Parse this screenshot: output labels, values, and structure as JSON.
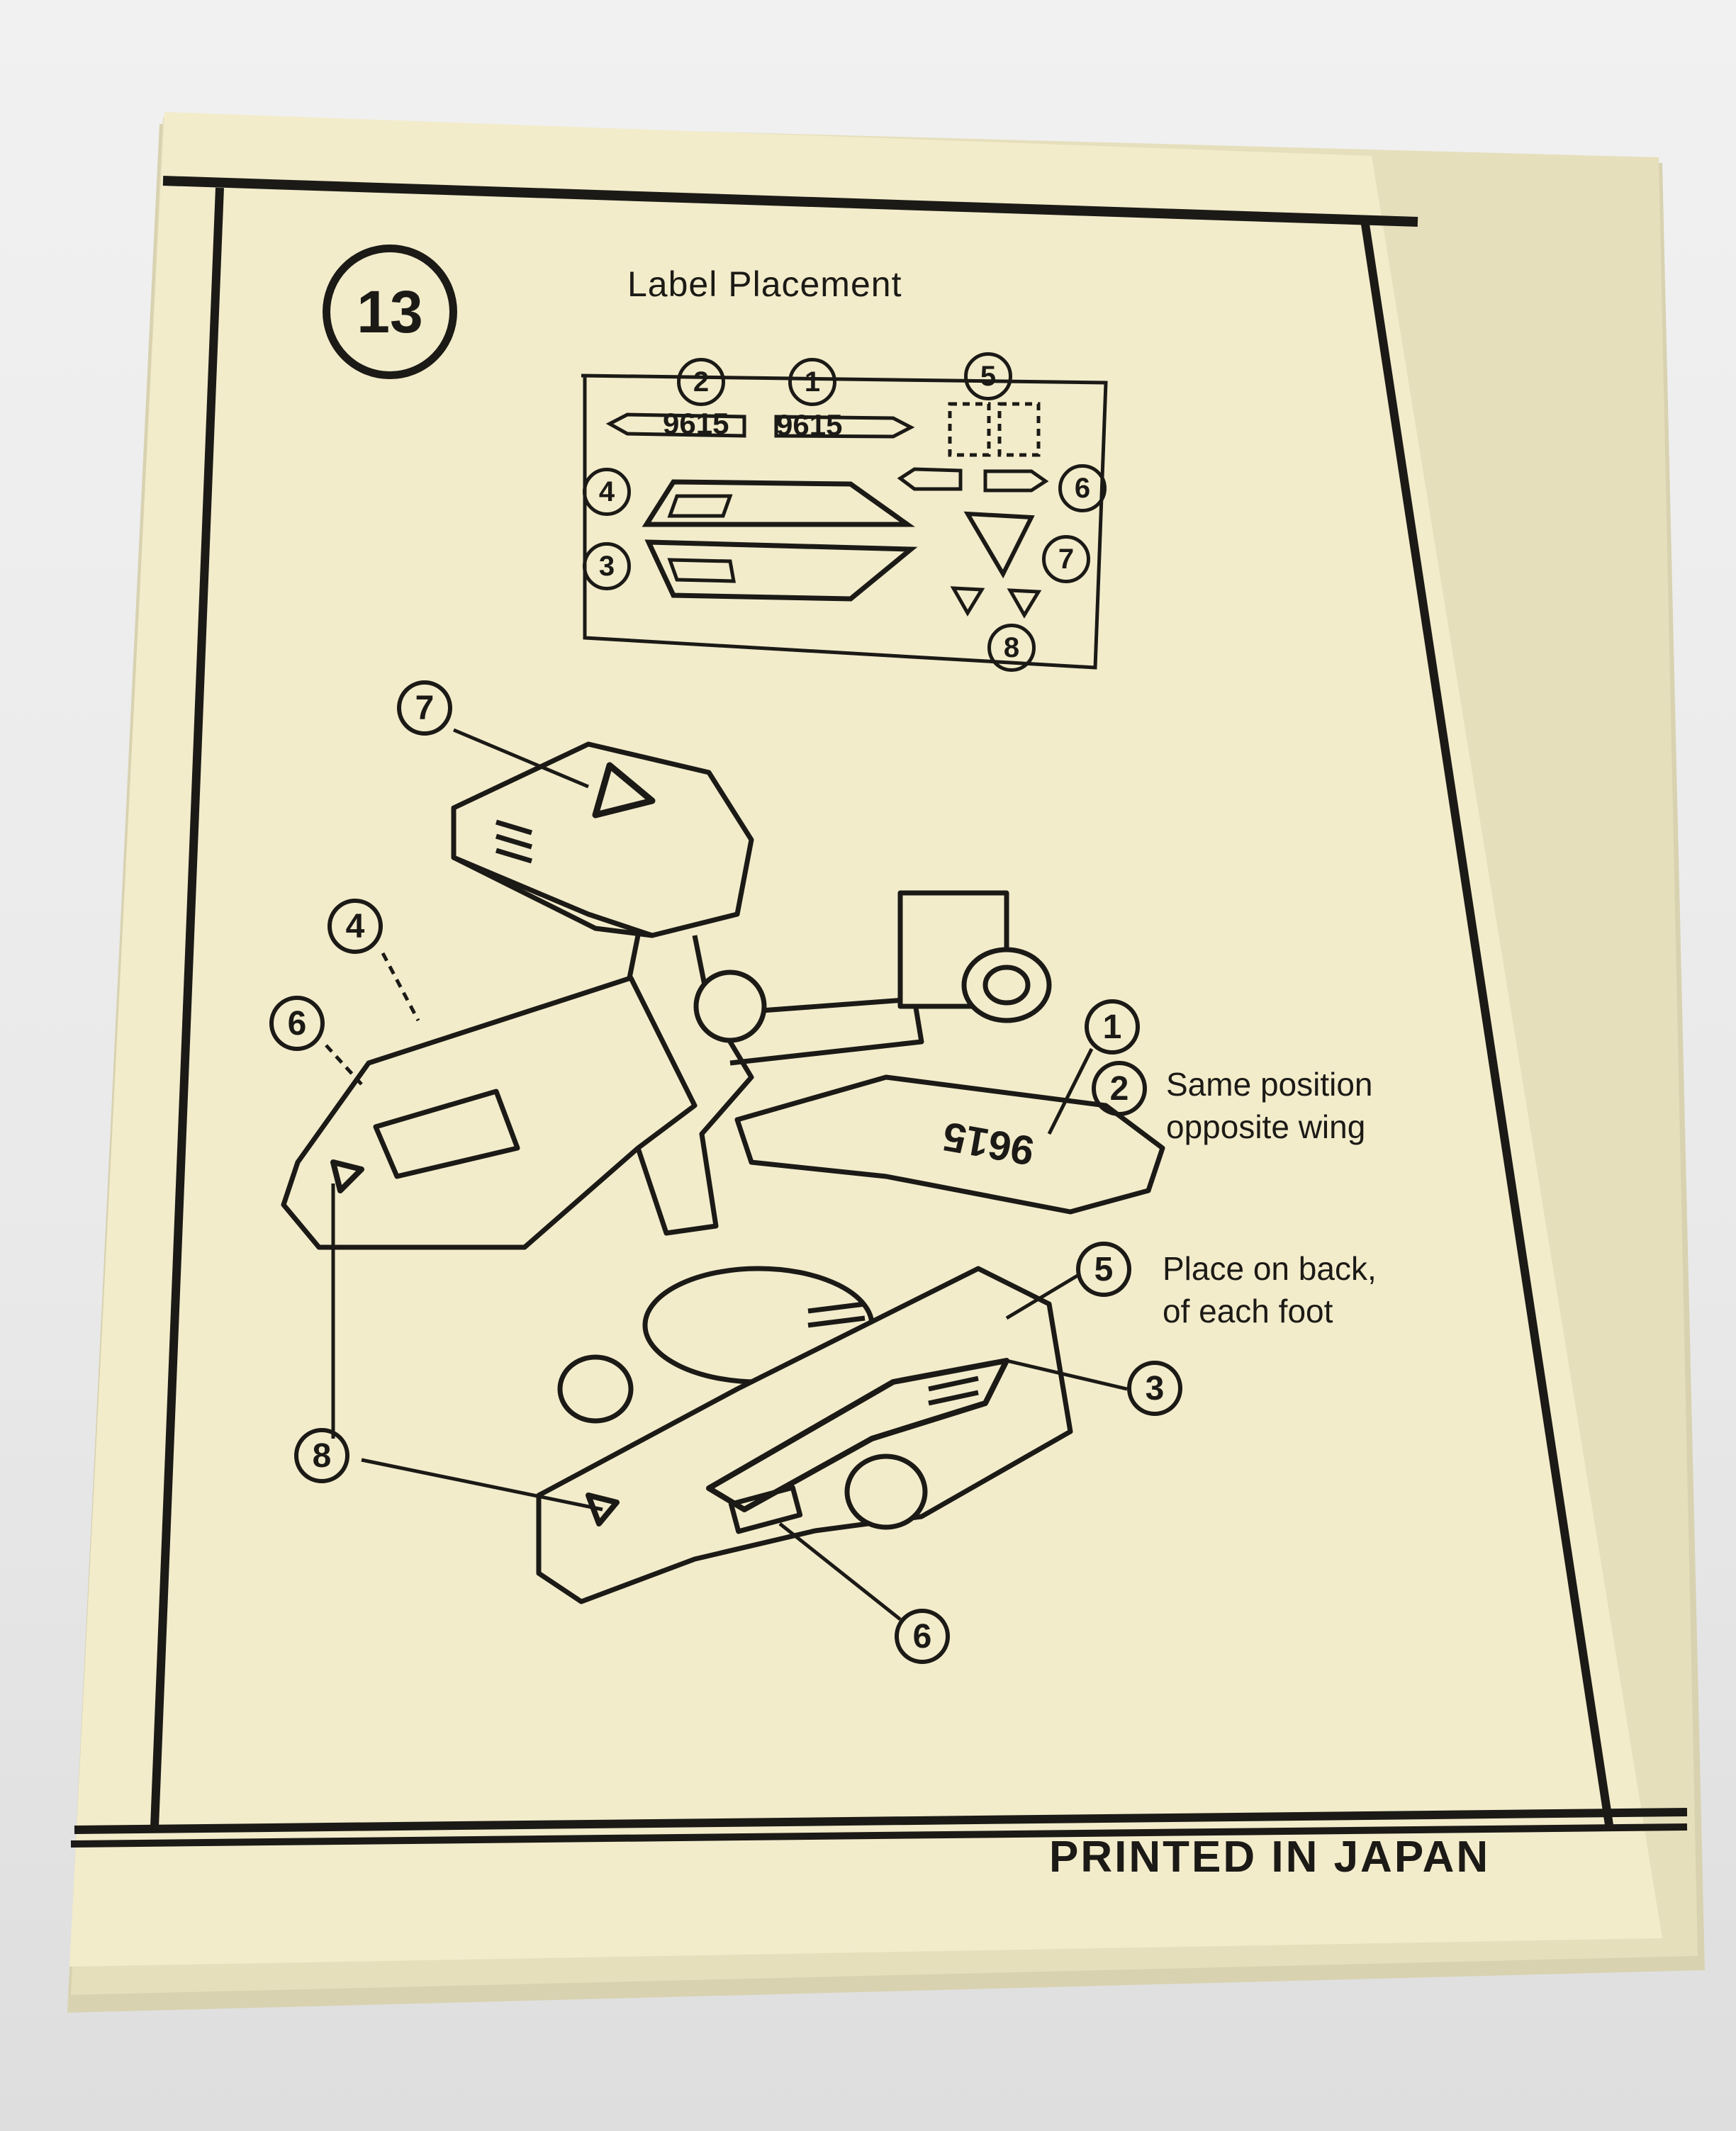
{
  "step": "13",
  "title": "Label Placement",
  "sheet_callouts": [
    "2",
    "1",
    "5",
    "4",
    "6",
    "3",
    "7",
    "8"
  ],
  "sheet_codes": [
    "9615",
    "9615"
  ],
  "diagram_callouts": [
    "7",
    "4",
    "6",
    "1",
    "2",
    "5",
    "3",
    "8",
    "6"
  ],
  "wing_code": "9615",
  "notes": {
    "wing_line1": "Same position",
    "wing_line2": "opposite wing",
    "foot_line1": "Place on back,",
    "foot_line2": "of each foot"
  },
  "footer": "PRINTED IN JAPAN",
  "colors": {
    "paper": "#f2eccb",
    "ink": "#1c1a16",
    "background": "#ececec"
  }
}
